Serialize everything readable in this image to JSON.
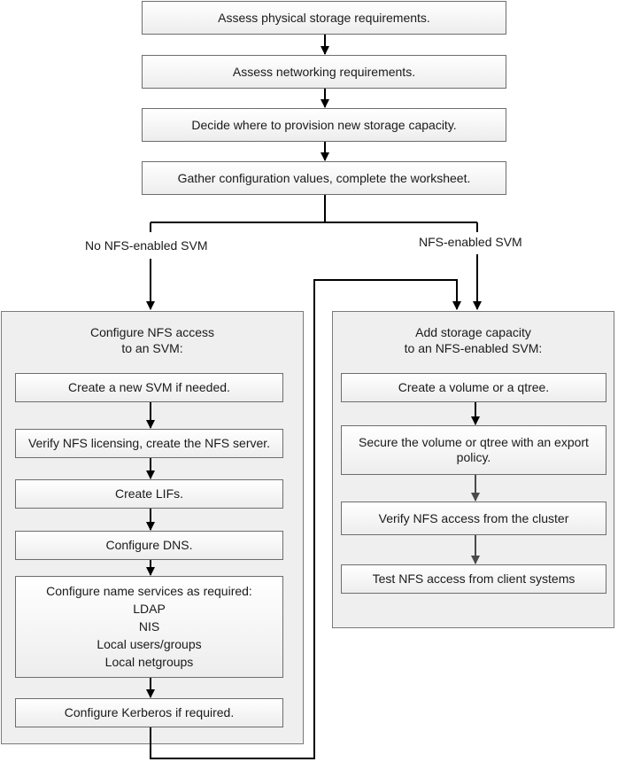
{
  "top_steps": [
    "Assess physical storage requirements.",
    "Assess networking requirements.",
    "Decide where to provision new storage capacity.",
    "Gather configuration values, complete the worksheet."
  ],
  "branches": {
    "left": "No NFS-enabled SVM",
    "right": "NFS-enabled SVM"
  },
  "left_panel": {
    "title_lines": [
      "Configure NFS access",
      "to an SVM:"
    ],
    "steps": [
      "Create a new SVM if needed.",
      "Verify NFS licensing, create the NFS server.",
      "Create LIFs.",
      "Configure DNS."
    ],
    "name_services": {
      "heading": "Configure name services as required:",
      "items": [
        "LDAP",
        "NIS",
        "Local users/groups",
        "Local netgroups"
      ]
    },
    "last_step": "Configure Kerberos if required."
  },
  "right_panel": {
    "title_lines": [
      "Add storage capacity",
      "to an NFS-enabled SVM:"
    ],
    "steps": [
      "Create a volume or a qtree.",
      "Secure the volume or qtree with an export policy.",
      "Verify NFS access from the cluster",
      "Test NFS access from client systems"
    ]
  },
  "colors": {
    "connector": "#000000",
    "connector_light": "#4a4a4a",
    "box_border": "#6d6d6d",
    "panel_background": "#efefef"
  }
}
